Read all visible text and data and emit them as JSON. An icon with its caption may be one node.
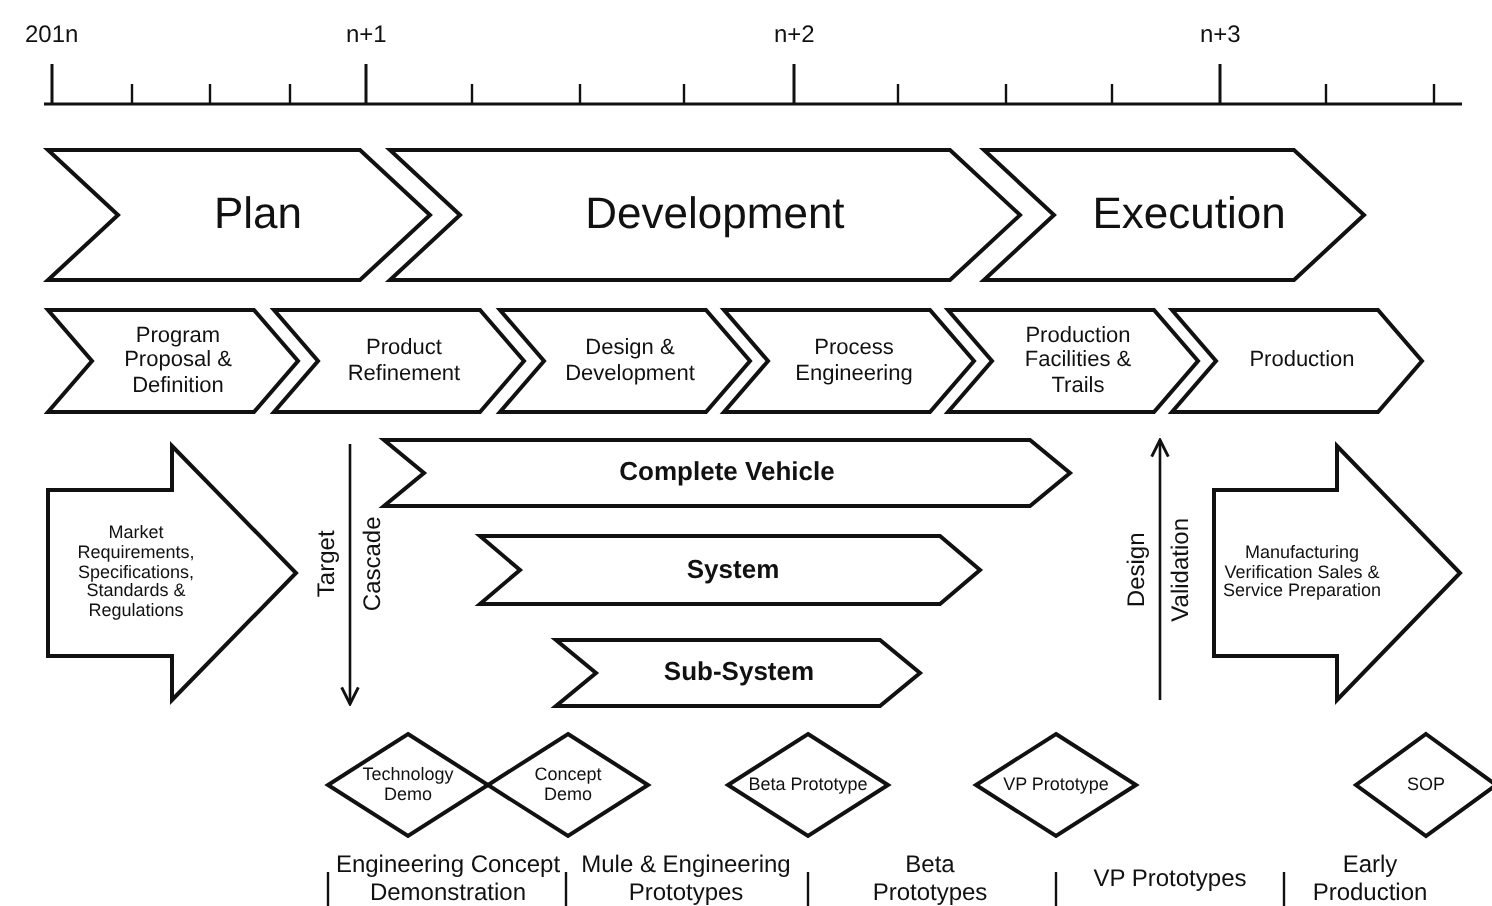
{
  "diagram": {
    "nodes": [
      {
        "text": [
          "Plan"
        ]
      },
      {
        "text": [
          "Development"
        ]
      },
      {
        "text": [
          "Execution"
        ]
      },
      {
        "text": [
          "Program Proposal & Definition"
        ]
      },
      {
        "text": [
          "Product Refinement"
        ]
      },
      {
        "text": [
          "Design & Development"
        ]
      },
      {
        "text": [
          "Process Engineering"
        ]
      },
      {
        "text": [
          "Production Facilities & Trails"
        ]
      },
      {
        "text": [
          "Production"
        ]
      },
      {
        "text": [
          "Complete Vehicle"
        ]
      },
      {
        "text": [
          "System"
        ]
      },
      {
        "text": [
          "Sub-System"
        ]
      },
      {
        "text": [
          "Market Requirements, Specifications, Standards & Regulations"
        ]
      },
      {
        "text": [
          "Manufacturing Verification Sales & Service Preparation"
        ]
      },
      {
        "text": [
          "Technology Demo"
        ]
      },
      {
        "text": [
          "Concept Demo"
        ]
      },
      {
        "text": [
          "Beta Prototype"
        ]
      },
      {
        "text": [
          "VP Prototype"
        ]
      },
      {
        "text": [
          "SOP"
        ]
      }
    ],
    "edges": [],
    "labels": [
      "201n",
      "n+1",
      "n+2",
      "n+3",
      "Target",
      "Cascade",
      "Design",
      "Validation",
      "Engineering Concept Demonstration",
      "Mule & Engineering Prototypes",
      "Beta Prototypes",
      "VP Prototypes",
      "Early Production"
    ]
  }
}
